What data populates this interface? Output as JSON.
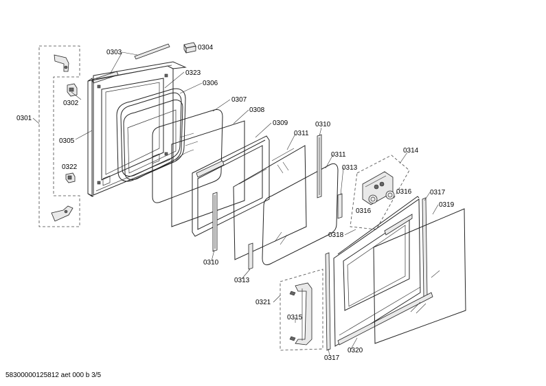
{
  "footer": "58300000125812 aet 000 b 3/5",
  "labels": {
    "p0301": "0301",
    "p0302": "0302",
    "p0303": "0303",
    "p0304": "0304",
    "p0305": "0305",
    "p0306": "0306",
    "p0307": "0307",
    "p0308": "0308",
    "p0309": "0309",
    "p0310a": "0310",
    "p0310b": "0310",
    "p0311a": "0311",
    "p0311b": "0311",
    "p0313a": "0313",
    "p0313b": "0313",
    "p0314": "0314",
    "p0315": "0315",
    "p0316a": "0316",
    "p0316b": "0316",
    "p0317a": "0317",
    "p0317b": "0317",
    "p0318": "0318",
    "p0319": "0319",
    "p0320": "0320",
    "p0321": "0321",
    "p0322": "0322",
    "p0323": "0323"
  }
}
